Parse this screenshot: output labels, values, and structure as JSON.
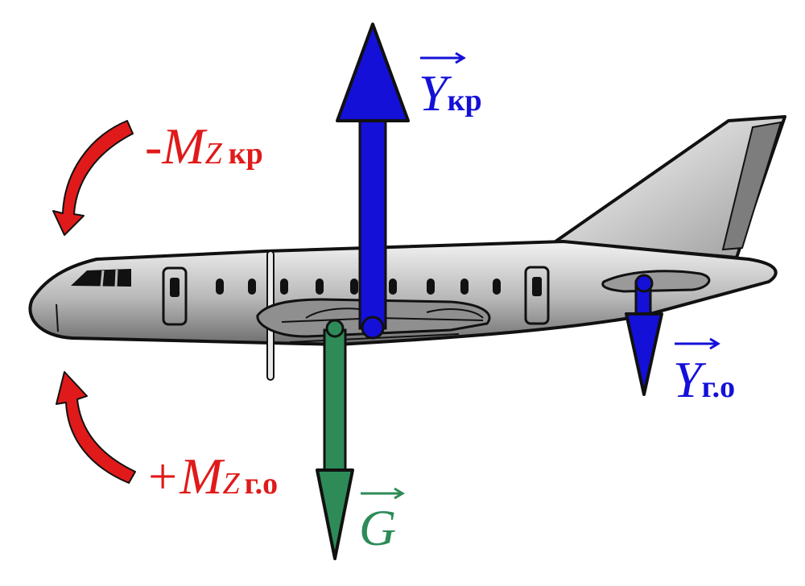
{
  "colors": {
    "lift": "#1410d8",
    "weight": "#2e8b57",
    "moment": "#e01a1a",
    "fuselage": "#b9b9b9",
    "outline": "#111111"
  },
  "labels": {
    "y_kr": {
      "symbol": "Y",
      "subscript": "кр"
    },
    "y_go": {
      "symbol": "Y",
      "subscript": "г.о"
    },
    "g": {
      "symbol": "G"
    },
    "m_kr": {
      "sign": "-",
      "symbol": "M",
      "axis": "Z",
      "subscript": "кр"
    },
    "m_go": {
      "sign": "+",
      "symbol": "M",
      "axis": "Z",
      "subscript": "г.о"
    }
  }
}
